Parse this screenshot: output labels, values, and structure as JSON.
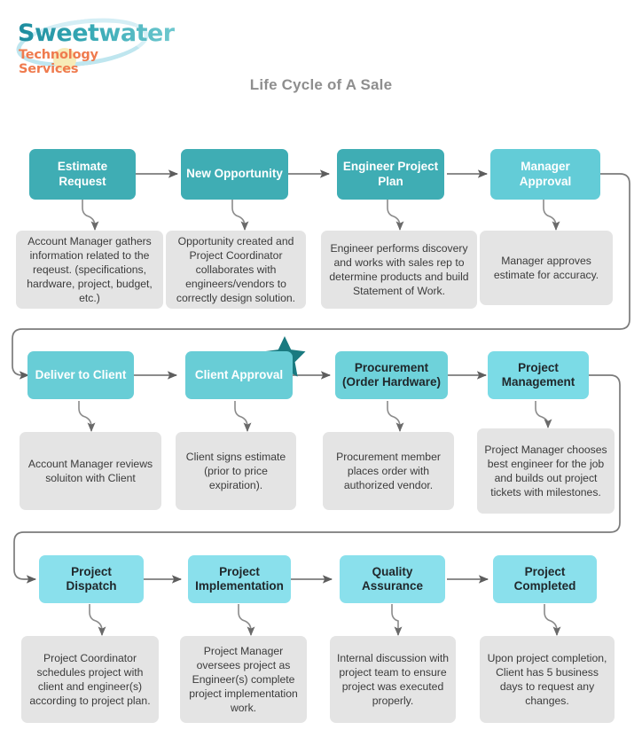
{
  "brand": {
    "name": "Sweetwater",
    "tagline": "Technology Services",
    "primary_color": "#2b9aa8",
    "accent_color": "#ef7b4e"
  },
  "title": "Life Cycle of A Sale",
  "title_color": "#8e8e8e",
  "highlight": {
    "icon": "star-icon",
    "color": "#1a7a80"
  },
  "steps": [
    {
      "id": "estimate-request",
      "label": "Estimate Request",
      "description": "Account Manager gathers information related to the reqeust. (specifications, hardware, project, budget, etc.)",
      "color": "#3fadb4"
    },
    {
      "id": "new-opportunity",
      "label": "New Opportunity",
      "description": "Opportunity created and Project Coordinator collaborates  with engineers/vendors to correctly design solution.",
      "color": "#3fadb4"
    },
    {
      "id": "engineer-project-plan",
      "label": "Engineer Project Plan",
      "description": "Engineer performs discovery and works with sales rep to determine products and build Statement of Work.",
      "color": "#3fadb4"
    },
    {
      "id": "manager-approval",
      "label": "Manager Approval",
      "description": "Manager approves estimate for accuracy.",
      "color": "#63ccd7"
    },
    {
      "id": "deliver-to-client",
      "label": "Deliver to Client",
      "description": "Account Manager reviews soluiton with Client",
      "color": "#68cdd6"
    },
    {
      "id": "client-approval",
      "label": "Client Approval",
      "description": "Client signs estimate (prior to price expiration).",
      "color": "#68cdd6",
      "starred": true
    },
    {
      "id": "procurement",
      "label": "Procurement (Order Hardware)",
      "description": "Procurement member places order with authorized vendor.",
      "color": "#6ed2da"
    },
    {
      "id": "project-management",
      "label": "Project Management",
      "description": "Project Manager chooses best engineer for the job and builds out project tickets with milestones.",
      "color": "#7bdbe6"
    },
    {
      "id": "project-dispatch",
      "label": "Project Dispatch",
      "description": "Project Coordinator schedules project with client and engineer(s) according to project plan.",
      "color": "#8ae0ec"
    },
    {
      "id": "project-implementation",
      "label": "Project Implementation",
      "description": "Project Manager oversees project as Engineer(s) complete project implementation work.",
      "color": "#8ae0ec"
    },
    {
      "id": "quality-assurance",
      "label": "Quality Assurance",
      "description": "Internal discussion with project team to ensure project was executed properly.",
      "color": "#8ae0ec"
    },
    {
      "id": "project-completed",
      "label": "Project Completed",
      "description": "Upon project completion, Client has 5 business days to request any changes.",
      "color": "#8ae0ec"
    }
  ]
}
